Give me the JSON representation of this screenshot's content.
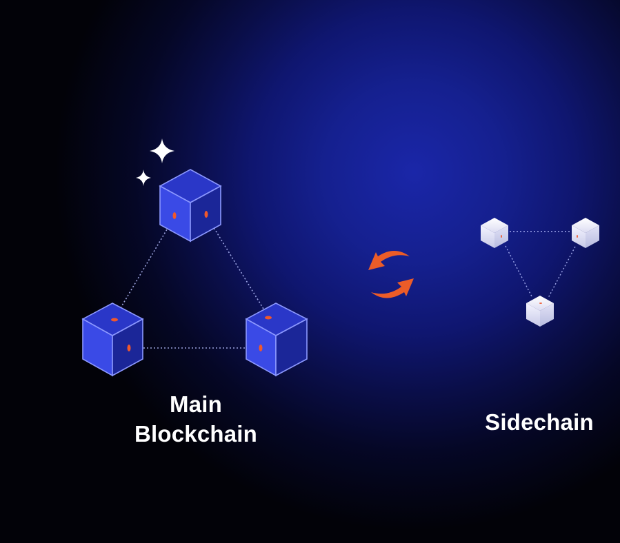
{
  "diagram": {
    "main": {
      "label_line1": "Main",
      "label_line2": "Blockchain",
      "node_count": 3,
      "node_color": "#3a4ae0",
      "connector_color": "#e8562a"
    },
    "sync": {
      "icon": "sync-arrows-icon",
      "color": "#ec5c28"
    },
    "side": {
      "label": "Sidechain",
      "node_count": 3,
      "node_color": "#e8e8f8"
    },
    "decorations": [
      "sparkle-large-icon",
      "sparkle-small-icon"
    ],
    "colors": {
      "background_center": "#1a26a8",
      "background_edge": "#020208",
      "text": "#ffffff"
    }
  }
}
